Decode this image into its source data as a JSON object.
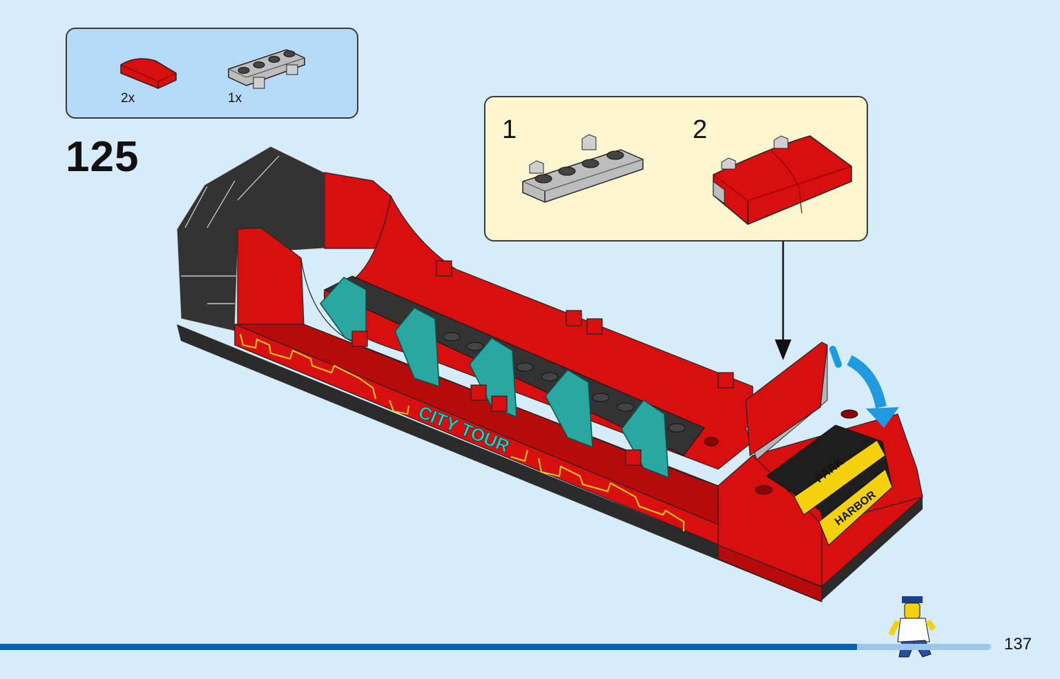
{
  "parts_callout": {
    "items": [
      {
        "part": "red-curved-slope",
        "quantity": "2x",
        "color": "#d90f0f"
      },
      {
        "part": "grey-plate-with-clips",
        "quantity": "1x",
        "color": "#b5b5b5"
      }
    ]
  },
  "step": {
    "number": "125"
  },
  "subassembly": {
    "steps": [
      {
        "number": "1"
      },
      {
        "number": "2"
      }
    ]
  },
  "model": {
    "side_print": "CITY TOUR",
    "destination_top": "PARK",
    "destination_bottom": "HARBOR",
    "body_color": "#d90f0f",
    "seat_color": "#28a8a0",
    "roof_color": "#333333"
  },
  "footer": {
    "page_number": "137",
    "progress_fraction": 0.865,
    "progress_color": "#0a63b0",
    "track_color": "#9cc6ec"
  },
  "icons": [
    "minifigure-walking-icon",
    "rotate-arrow-icon",
    "placement-arrow-icon"
  ]
}
